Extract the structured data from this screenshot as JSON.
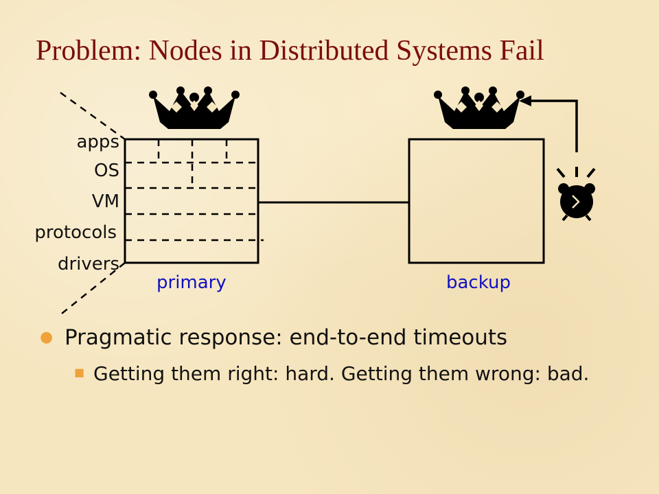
{
  "title": "Problem: Nodes in Distributed Systems Fail",
  "layers": [
    "apps",
    "OS",
    "VM",
    "protocols",
    "drivers"
  ],
  "primary_label": "primary",
  "backup_label": "backup",
  "bullets": {
    "level1": "Pragmatic response: end-to-end timeouts",
    "level2": "Getting them right: hard. Getting them wrong: bad."
  },
  "colors": {
    "title": "#7a0d0d",
    "box_label": "#1010c0",
    "bullet_marker": "#f0a23a"
  },
  "icons": [
    "crown-icon",
    "alarm-clock-icon"
  ]
}
